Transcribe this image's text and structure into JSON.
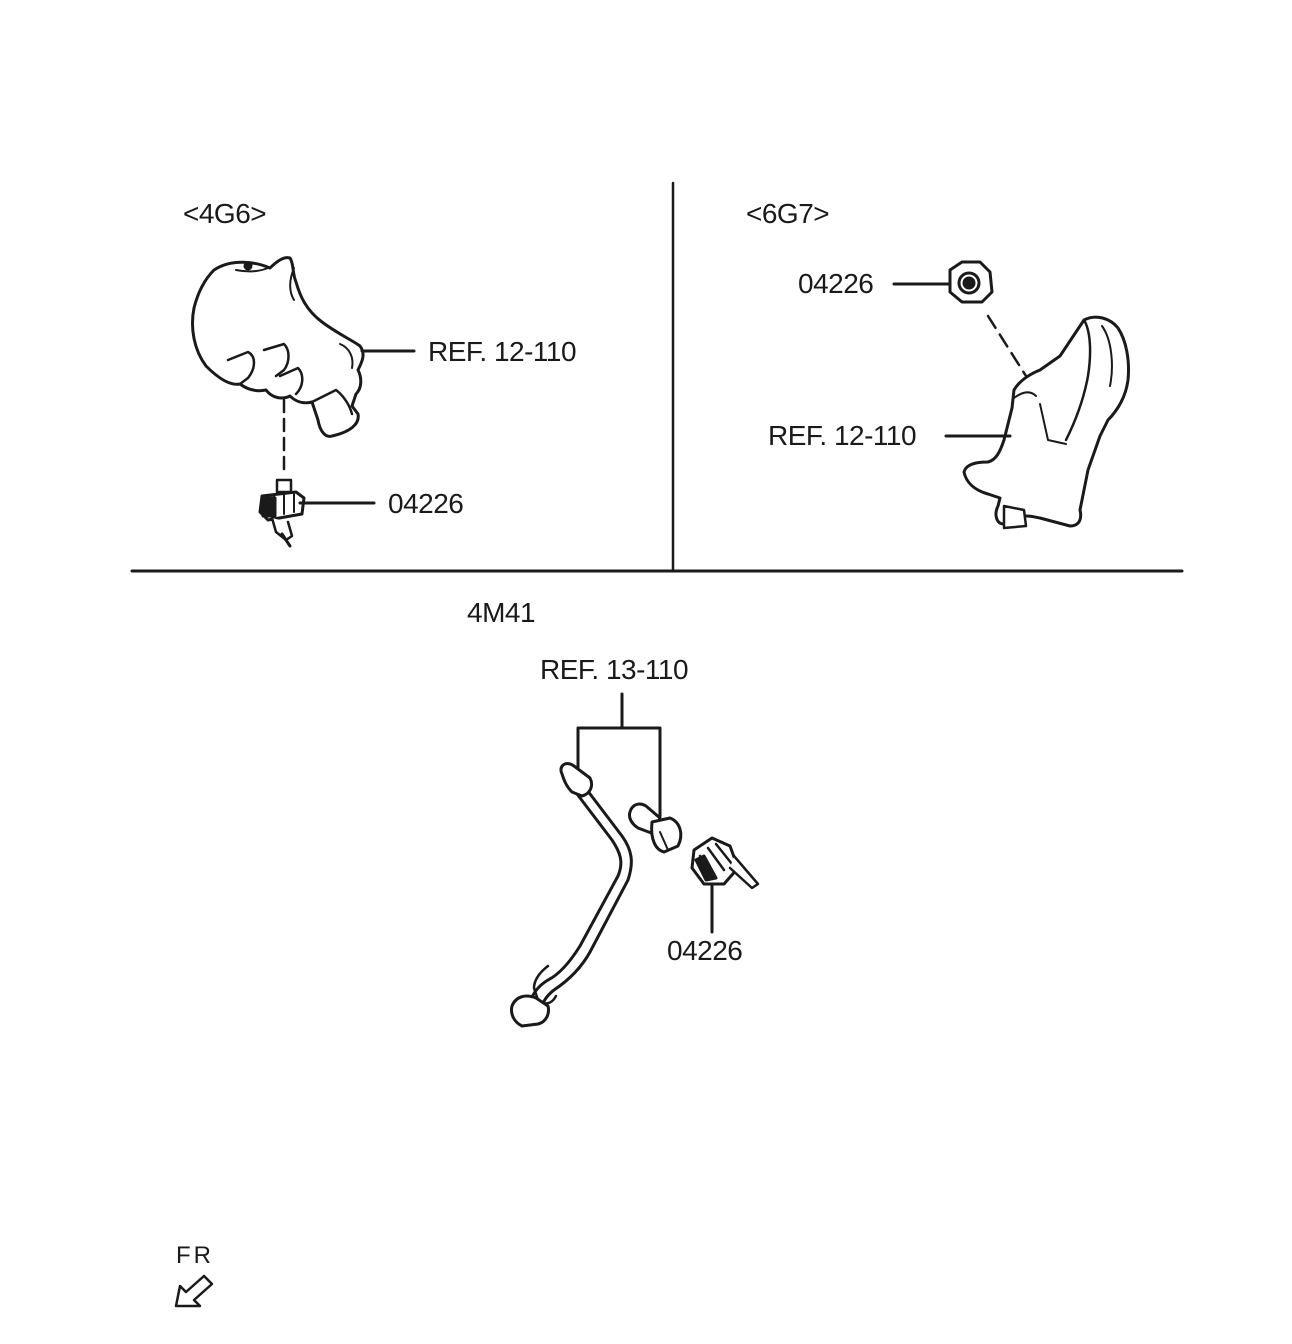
{
  "sections": {
    "top_left": {
      "variant": "<4G6>",
      "ref": "REF. 12-110",
      "part": "04226"
    },
    "top_right": {
      "variant": "<6G7>",
      "ref": "REF. 12-110",
      "part": "04226"
    },
    "bottom": {
      "variant": "4M41",
      "ref": "REF. 13-110",
      "part": "04226"
    }
  },
  "orientation": {
    "label": "FR",
    "icon": "front-arrow-icon"
  },
  "colors": {
    "line": "#1a1a1a",
    "background": "#ffffff"
  }
}
